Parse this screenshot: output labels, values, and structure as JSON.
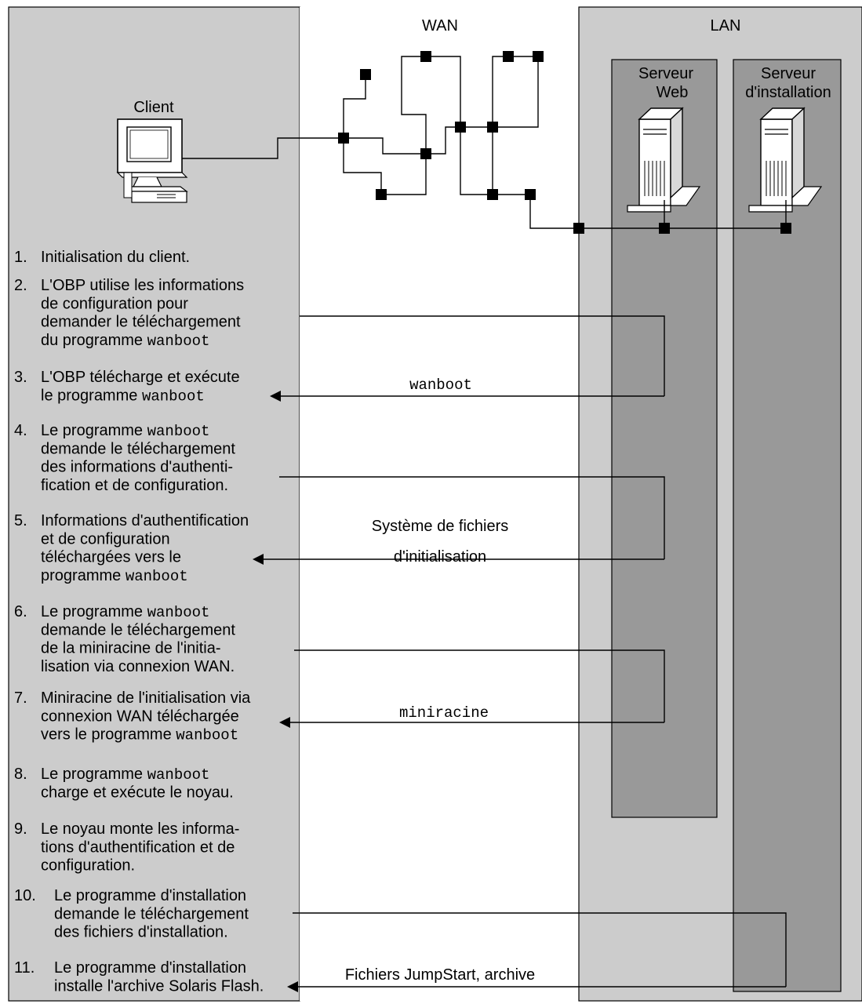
{
  "zones": {
    "wan": "WAN",
    "lan": "LAN"
  },
  "client": {
    "label": "Client"
  },
  "servers": {
    "web": {
      "line1": "Serveur",
      "line2": "Web"
    },
    "install": {
      "line1": "Serveur",
      "line2": "d'installation"
    }
  },
  "steps": [
    {
      "num": "1.",
      "lines": [
        [
          {
            "t": "Initialisation du client."
          }
        ]
      ]
    },
    {
      "num": "2.",
      "lines": [
        [
          {
            "t": "L'OBP utilise les informations"
          }
        ],
        [
          {
            "t": "de configuration pour"
          }
        ],
        [
          {
            "t": "demander le téléchargement"
          }
        ],
        [
          {
            "t": "du programme "
          },
          {
            "t": "wanboot",
            "m": 1
          }
        ]
      ]
    },
    {
      "num": "3.",
      "lines": [
        [
          {
            "t": "L'OBP télécharge et exécute"
          }
        ],
        [
          {
            "t": "le programme "
          },
          {
            "t": "wanboot",
            "m": 1
          }
        ]
      ]
    },
    {
      "num": "4.",
      "lines": [
        [
          {
            "t": "Le programme "
          },
          {
            "t": "wanboot",
            "m": 1
          }
        ],
        [
          {
            "t": "demande le téléchargement"
          }
        ],
        [
          {
            "t": "des  informations d'authenti-"
          }
        ],
        [
          {
            "t": "fication et de configuration."
          }
        ]
      ]
    },
    {
      "num": "5.",
      "lines": [
        [
          {
            "t": "Informations d'authentification"
          }
        ],
        [
          {
            "t": "et de configuration"
          }
        ],
        [
          {
            "t": "téléchargées vers le"
          }
        ],
        [
          {
            "t": "programme "
          },
          {
            "t": "wanboot",
            "m": 1
          }
        ]
      ]
    },
    {
      "num": "6.",
      "lines": [
        [
          {
            "t": "Le programme "
          },
          {
            "t": "wanboot",
            "m": 1
          }
        ],
        [
          {
            "t": "demande le téléchargement"
          }
        ],
        [
          {
            "t": "de la miniracine de l'initia-"
          }
        ],
        [
          {
            "t": "lisation via connexion WAN."
          }
        ]
      ]
    },
    {
      "num": "7.",
      "lines": [
        [
          {
            "t": "Miniracine de l'initialisation via"
          }
        ],
        [
          {
            "t": "connexion WAN téléchargée"
          }
        ],
        [
          {
            "t": "vers le programme "
          },
          {
            "t": "wanboot",
            "m": 1
          }
        ]
      ]
    },
    {
      "num": "8.",
      "lines": [
        [
          {
            "t": "Le programme "
          },
          {
            "t": "wanboot",
            "m": 1
          }
        ],
        [
          {
            "t": "charge et exécute le noyau."
          }
        ]
      ]
    },
    {
      "num": "9.",
      "lines": [
        [
          {
            "t": "Le noyau monte les informa-"
          }
        ],
        [
          {
            "t": "tions d'authentification et de"
          }
        ],
        [
          {
            "t": "configuration."
          }
        ]
      ]
    },
    {
      "num": "10.",
      "lines": [
        [
          {
            "t": "Le programme d'installation"
          }
        ],
        [
          {
            "t": "demande le téléchargement"
          }
        ],
        [
          {
            "t": "des fichiers d'installation."
          }
        ]
      ]
    },
    {
      "num": "11.",
      "lines": [
        [
          {
            "t": "Le programme d'installation"
          }
        ],
        [
          {
            "t": "installe l'archive Solaris Flash."
          }
        ]
      ]
    }
  ],
  "transfers": {
    "wanboot": "wanboot",
    "bootfs_line1": "Système de fichiers",
    "bootfs_line2": "d'initialisation",
    "miniroot": "miniracine",
    "jumpstart": "Fichiers JumpStart, archive"
  }
}
